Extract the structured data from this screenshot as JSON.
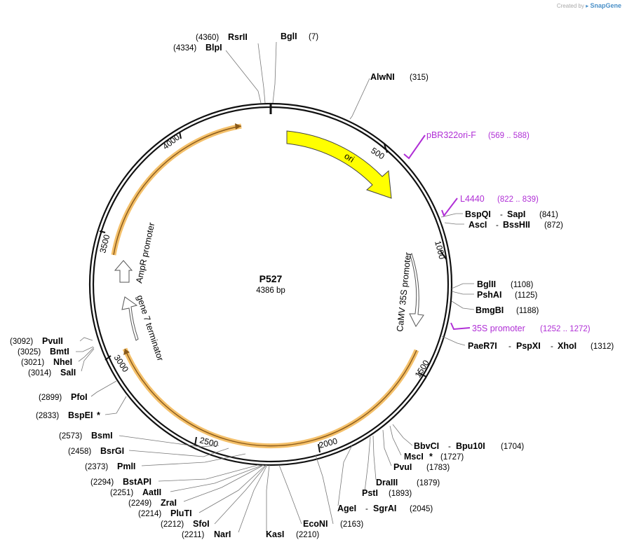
{
  "credit": {
    "prefix": "Created by",
    "brand": "SnapGene"
  },
  "plasmid": {
    "name": "P527",
    "length_label": "4386 bp",
    "total_bp": 4386
  },
  "ticks": [
    "500",
    "1000",
    "1500",
    "2000",
    "2500",
    "3000",
    "3500",
    "4000"
  ],
  "features": [
    {
      "name": "ori",
      "label": "ori",
      "color": "#ffff00",
      "stroke": "#444444"
    },
    {
      "name": "camv35s",
      "label": "CaMV 35S promoter",
      "color": "#ffffff",
      "stroke": "#555555"
    },
    {
      "name": "gene7",
      "label": "gene 7 terminator",
      "color": "#ffffff",
      "stroke": "#555555"
    },
    {
      "name": "ampr-promoter",
      "label": "AmpR promoter",
      "color": "#ffffff",
      "stroke": "#555555"
    }
  ],
  "highlight_color": "#f4c06a",
  "enzymes": [
    {
      "id": "bgli",
      "name": "BglI",
      "pos": "(7)"
    },
    {
      "id": "rsrii",
      "name": "RsrII",
      "pos": "(4360)"
    },
    {
      "id": "blpi",
      "name": "BlpI",
      "pos": "(4334)"
    },
    {
      "id": "alwni",
      "name": "AlwNI",
      "pos": "(315)"
    },
    {
      "id": "bspqi",
      "name": "BspQI",
      "name2": "SapI",
      "pos": "(841)"
    },
    {
      "id": "asci",
      "name": "AscI",
      "name2": "BssHII",
      "pos": "(872)"
    },
    {
      "id": "bglii",
      "name": "BglII",
      "pos": "(1108)"
    },
    {
      "id": "pshai",
      "name": "PshAI",
      "pos": "(1125)"
    },
    {
      "id": "bmgbi",
      "name": "BmgBI",
      "pos": "(1188)"
    },
    {
      "id": "paer7i",
      "name": "PaeR7I",
      "name2": "PspXI",
      "name3": "XhoI",
      "pos": "(1312)"
    },
    {
      "id": "bbvci",
      "name": "BbvCI",
      "name2": "Bpu10I",
      "pos": "(1704)"
    },
    {
      "id": "msci",
      "name": "MscI",
      "mark": "*",
      "pos": "(1727)"
    },
    {
      "id": "pvui",
      "name": "PvuI",
      "pos": "(1783)"
    },
    {
      "id": "draiii",
      "name": "DraIII",
      "pos": "(1879)"
    },
    {
      "id": "psti",
      "name": "PstI",
      "pos": "(1893)"
    },
    {
      "id": "agei",
      "name": "AgeI",
      "name2": "SgrAI",
      "pos": "(2045)"
    },
    {
      "id": "econi",
      "name": "EcoNI",
      "pos": "(2163)"
    },
    {
      "id": "kasi",
      "name": "KasI",
      "pos": "(2210)"
    },
    {
      "id": "nari",
      "name": "NarI",
      "pos": "(2211)"
    },
    {
      "id": "sfoi",
      "name": "SfoI",
      "pos": "(2212)"
    },
    {
      "id": "pluti",
      "name": "PluTI",
      "pos": "(2214)"
    },
    {
      "id": "zrai",
      "name": "ZraI",
      "pos": "(2249)"
    },
    {
      "id": "aatii",
      "name": "AatII",
      "pos": "(2251)"
    },
    {
      "id": "bstapi",
      "name": "BstAPI",
      "pos": "(2294)"
    },
    {
      "id": "pmli",
      "name": "PmlI",
      "pos": "(2373)"
    },
    {
      "id": "bsrgi",
      "name": "BsrGI",
      "pos": "(2458)"
    },
    {
      "id": "bsmi",
      "name": "BsmI",
      "pos": "(2573)"
    },
    {
      "id": "bspei",
      "name": "BspEI",
      "mark": "*",
      "pos": "(2833)"
    },
    {
      "id": "pfoi",
      "name": "PfoI",
      "pos": "(2899)"
    },
    {
      "id": "sali",
      "name": "SalI",
      "pos": "(3014)"
    },
    {
      "id": "nhei",
      "name": "NheI",
      "pos": "(3021)"
    },
    {
      "id": "bmti",
      "name": "BmtI",
      "pos": "(3025)"
    },
    {
      "id": "pvuii",
      "name": "PvuII",
      "pos": "(3092)"
    }
  ],
  "primers": [
    {
      "id": "pbr322ori",
      "name": "pBR322ori-F",
      "pos": "(569 .. 588)"
    },
    {
      "id": "l4440",
      "name": "L4440",
      "pos": "(822 .. 839)"
    },
    {
      "id": "p35s",
      "name": "35S promoter",
      "pos": "(1252 .. 1272)"
    }
  ]
}
